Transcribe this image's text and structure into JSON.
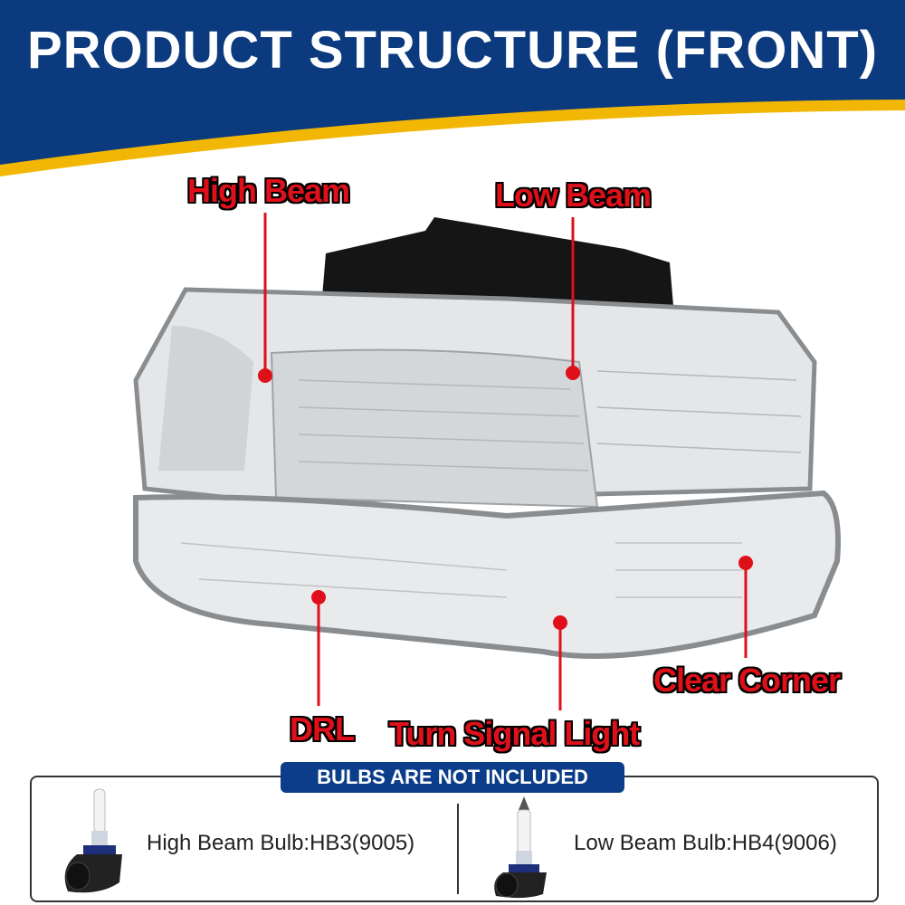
{
  "header": {
    "title": "PRODUCT STRUCTURE (FRONT)"
  },
  "callouts": {
    "high_beam": "High Beam",
    "low_beam": "Low Beam",
    "clear_corner": "Clear Corner",
    "drl": "DRL",
    "turn_signal": "Turn Signal Light"
  },
  "bulbs": {
    "notice": "BULBS ARE NOT INCLUDED",
    "items": [
      {
        "label": "High Beam Bulb:HB3(9005)"
      },
      {
        "label": "Low Beam Bulb:HB4(9006)"
      }
    ]
  },
  "colors": {
    "brand_blue": "#0b3d8a",
    "accent_yellow": "#f2b705",
    "callout_red": "#e0101a"
  }
}
